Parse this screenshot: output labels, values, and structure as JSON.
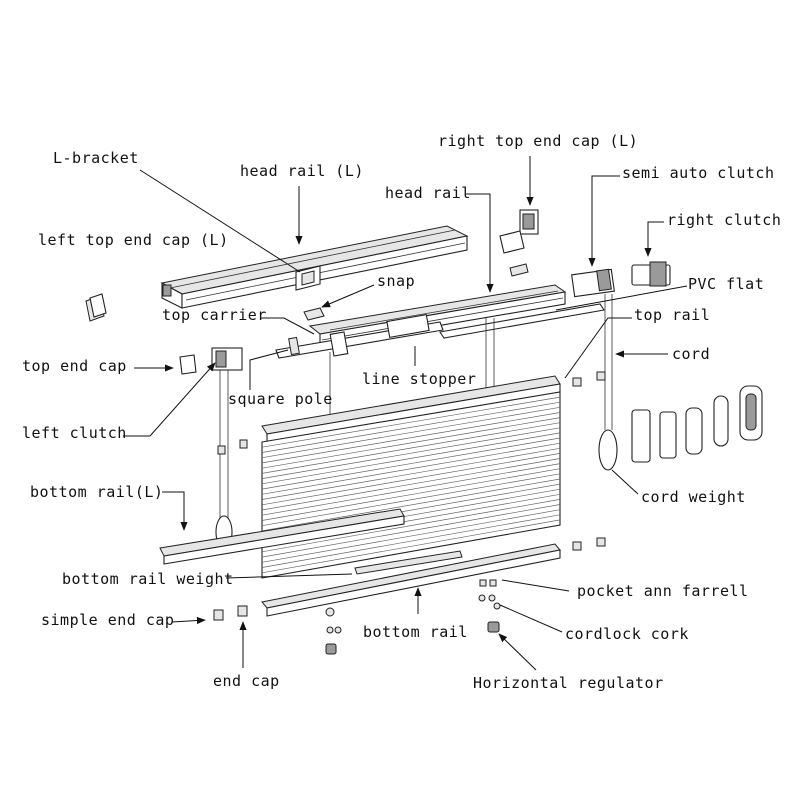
{
  "colors": {
    "ink": "#111111",
    "line": "#222222",
    "fill_light": "#e6e6e6",
    "fill_dark": "#9a9a9a"
  },
  "labels": {
    "l_bracket": "L-bracket",
    "head_rail_l": "head rail (L)",
    "right_top_end_cap_l": "right top end cap (L)",
    "semi_auto_clutch": "semi auto clutch",
    "head_rail": "head rail",
    "right_clutch": "right clutch",
    "left_top_end_cap_l": "left top end cap (L)",
    "snap": "snap",
    "pvc_flat": "PVC flat",
    "top_carrier": "top carrier",
    "top_rail": "top rail",
    "cord": "cord",
    "top_end_cap": "top end cap",
    "line_stopper": "line stopper",
    "square_pole": "square pole",
    "left_clutch": "left clutch",
    "cord_weight": "cord weight",
    "bottom_rail_l": "bottom rail(L)",
    "bottom_rail_weight": "bottom rail weight",
    "pocket_ann_farrell": "pocket ann farrell",
    "simple_end_cap": "simple end cap",
    "bottom_rail": "bottom rail",
    "cordlock_cork": "cordlock cork",
    "end_cap": "end cap",
    "horizontal_regulator": "Horizontal regulator"
  }
}
